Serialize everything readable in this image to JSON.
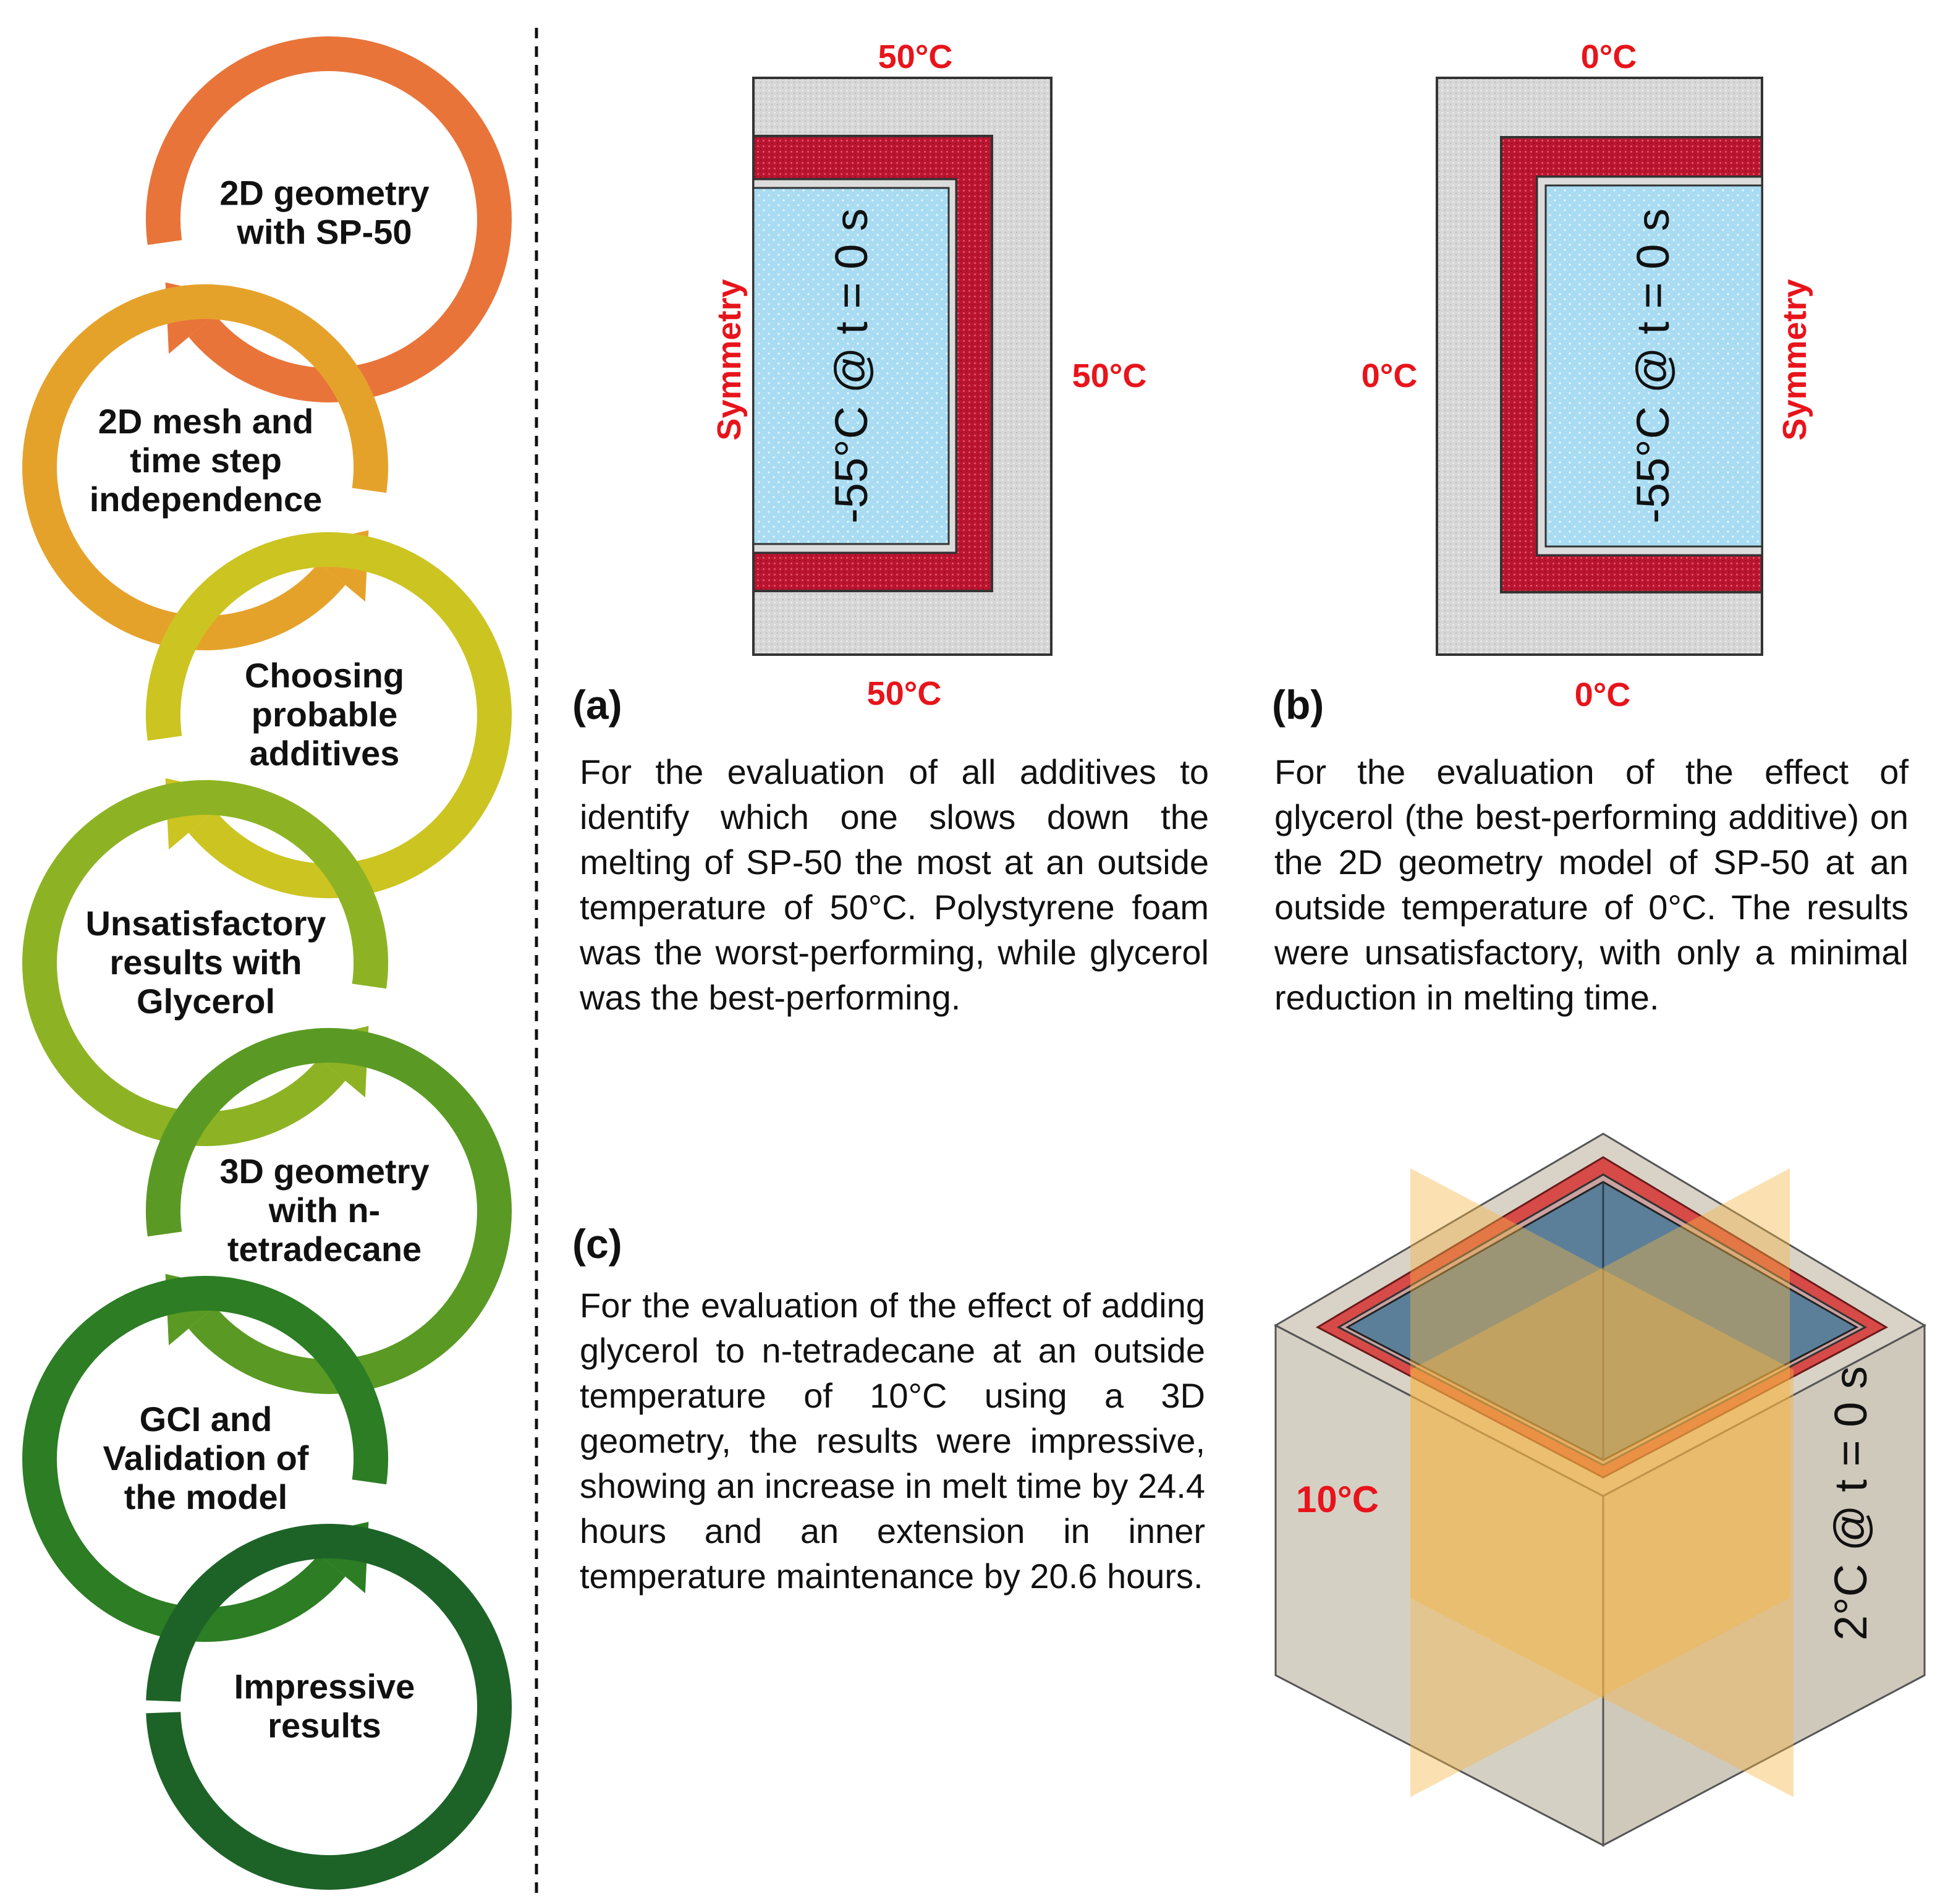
{
  "flowchart": {
    "steps": [
      {
        "lines": [
          "2D geometry",
          "with SP-50"
        ],
        "color": "#E8743A"
      },
      {
        "lines": [
          "2D mesh and",
          "time step",
          "independence"
        ],
        "color": "#E5A22B"
      },
      {
        "lines": [
          "Choosing",
          "probable",
          "additives"
        ],
        "color": "#CCC421"
      },
      {
        "lines": [
          "Unsatisfactory",
          "results with",
          "Glycerol"
        ],
        "color": "#8DB324"
      },
      {
        "lines": [
          "3D geometry",
          "with n-",
          "tetradecane"
        ],
        "color": "#5A9A24"
      },
      {
        "lines": [
          "GCI and",
          "Validation of",
          "the model"
        ],
        "color": "#2C7D24"
      },
      {
        "lines": [
          "Impressive",
          "results"
        ],
        "color": "#1D6328"
      }
    ]
  },
  "panel_a": {
    "tag": "(a)",
    "top_temp": "50°C",
    "right_temp": "50°C",
    "bottom_temp": "50°C",
    "symmetry": "Symmetry",
    "initial": "-55°C @ t = 0 s",
    "description": "For the evaluation of all additives to identify which one slows down the melting of SP-50 the most at an outside temperature of 50°C. Polystyrene foam was the worst-performing, while glycerol was the best-performing."
  },
  "panel_b": {
    "tag": "(b)",
    "top_temp": "0°C",
    "left_temp": "0°C",
    "bottom_temp": "0°C",
    "symmetry": "Symmetry",
    "initial": "-55°C @ t = 0 s",
    "description": "For the evaluation of the effect of glycerol (the best-performing additive) on the 2D geometry model of SP-50 at an outside temperature of 0°C. The results were unsatisfactory, with only a minimal reduction in melting time."
  },
  "panel_c": {
    "tag": "(c)",
    "outside_temp": "10°C",
    "initial": "2°C @ t = 0 s",
    "description": "For the evaluation of the effect of adding glycerol to n-tetradecane at an outside temperature of 10°C using a 3D geometry, the results were impressive, showing an increase in melt time by 24.4 hours and an extension in inner temperature maintenance by 20.6 hours."
  },
  "colors": {
    "temperature_text": "#E8141B",
    "insulation": "#D9D9D9",
    "additive": "#C0172F",
    "pcm": "#A9DDF3",
    "cube_face": "#D2CCC0",
    "symmetry_plane": "#F5B544"
  }
}
